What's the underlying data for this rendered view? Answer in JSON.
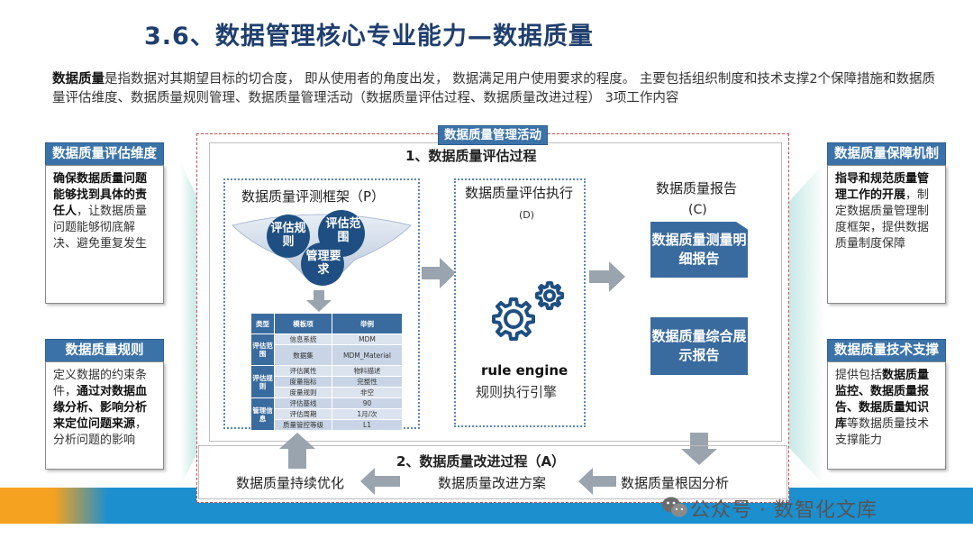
{
  "title": "3.6、数据管理核心专业能力—数据质量",
  "intro": {
    "bold": "数据质量",
    "text": "是指数据对其期望目标的切合度， 即从使用者的角度出发， 数据满足用户使用要求的程度。 主要包括组织制度和技术支撑2个保障措施和数据质量评估维度、数据质量规则管理、数据质量管理活动（数据质量评估过程、数据质量改进过程） 3项工作内容"
  },
  "left_panels": [
    {
      "title": "数据质量评估维度",
      "bold": "确保数据质量问题能够找到具体的责任人",
      "text": "，让数据质量问题能够彻底解决、避免重复发生"
    },
    {
      "title": "数据质量规则",
      "text1": "定义数据的约束条件，",
      "bold": "通过对数据血缘分析、影响分析来定位问题来源",
      "text2": "，分析问题的影响"
    }
  ],
  "right_panels": [
    {
      "title": "数据质量保障机制",
      "bold": "指导和规范质量管理工作的开展",
      "text": "，制定数据质量管理制度框架，提供数据质量制度保障"
    },
    {
      "title": "数据质量技术支撑",
      "text1": "提供包括",
      "bold": "数据质量监控、数据质量报告、数据质量知识库",
      "text2": "等数据质量技术支撑能力"
    }
  ],
  "activity_label": "数据质量管理活动",
  "evaluation": {
    "title": "1、数据质量评估过程",
    "framework": {
      "title": "数据质量评测框架（P）",
      "circles": [
        "评估规则",
        "评估范围",
        "管理要求"
      ],
      "table": {
        "headers": [
          "类型",
          "模板项",
          "举例"
        ],
        "groups": [
          {
            "name": "评估范围",
            "rows": [
              [
                "信息系统",
                "MDM"
              ],
              [
                "数据集",
                "MDM_Material"
              ]
            ]
          },
          {
            "name": "评估规则",
            "rows": [
              [
                "评估属性",
                "物料描述"
              ],
              [
                "度量指标",
                "完整性"
              ],
              [
                "度量规则",
                "非空"
              ]
            ]
          },
          {
            "name": "管理信息",
            "rows": [
              [
                "评估基线",
                "90"
              ],
              [
                "评估周期",
                "1月/次"
              ],
              [
                "质量管控等级",
                "L1"
              ]
            ]
          }
        ]
      }
    },
    "execution": {
      "title": "数据质量评估执行",
      "sub": "(D)",
      "engine": "rule engine",
      "engine_cn": "规则执行引擎"
    },
    "report": {
      "title": "数据质量报告",
      "sub": "(C)",
      "items": [
        "数据质量测量明细报告",
        "数据质量综合展示报告"
      ]
    }
  },
  "improvement": {
    "title": "2、数据质量改进过程（A）",
    "steps": [
      "数据质量根因分析",
      "数据质量改进方案",
      "数据质量持续优化"
    ]
  },
  "watermark": "公众号 · 数智化文库",
  "colors": {
    "title": "#1f3f6e",
    "accent_blue": "#3a6b9f",
    "dashed_red": "#d14a4a",
    "arrow_gray": "#9aa4ae",
    "bar_blue": "#1c8fcf",
    "bar_orange": "#f4a21f"
  }
}
